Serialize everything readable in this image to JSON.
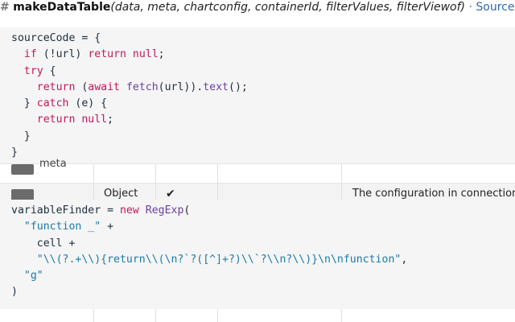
{
  "header": {
    "hash": "#",
    "function_name": "makeDataTable",
    "params": "(data, meta, chartconfig, containerId, filterValues, filterViewof)",
    "separator": "·",
    "source_link": "Source"
  },
  "code_block_1": {
    "lines": [
      [
        "sourceCode = {"
      ],
      [
        "  ",
        "if",
        " (!url) ",
        "return",
        " ",
        "null",
        ";"
      ],
      [
        "  ",
        "try",
        " {"
      ],
      [
        "    ",
        "return",
        " (",
        "await",
        " ",
        "fetch",
        "(url)).",
        "text",
        "();"
      ],
      [
        "  } ",
        "catch",
        " (e) {"
      ],
      [
        "    ",
        "return",
        " ",
        "null",
        ";"
      ],
      [
        "  }"
      ],
      [
        "}"
      ]
    ]
  },
  "table": {
    "row1": {
      "name": "meta"
    },
    "row2": {
      "type": "Object",
      "required": "✔",
      "description": "The configuration in connection w"
    }
  },
  "code_block_2": {
    "lines": [
      [
        "variableFinder = ",
        "new",
        " ",
        "RegExp",
        "("
      ],
      [
        "  ",
        "\"function _\"",
        " +"
      ],
      [
        "    cell +"
      ],
      [
        "    ",
        "\"\\\\(?.+\\\\){return\\\\(\\n?`?([^]+?)\\\\`?\\\\n?\\\\)}\\n\\nfunction\"",
        ","
      ],
      [
        "  ",
        "\"g\""
      ],
      [
        ")"
      ]
    ]
  }
}
